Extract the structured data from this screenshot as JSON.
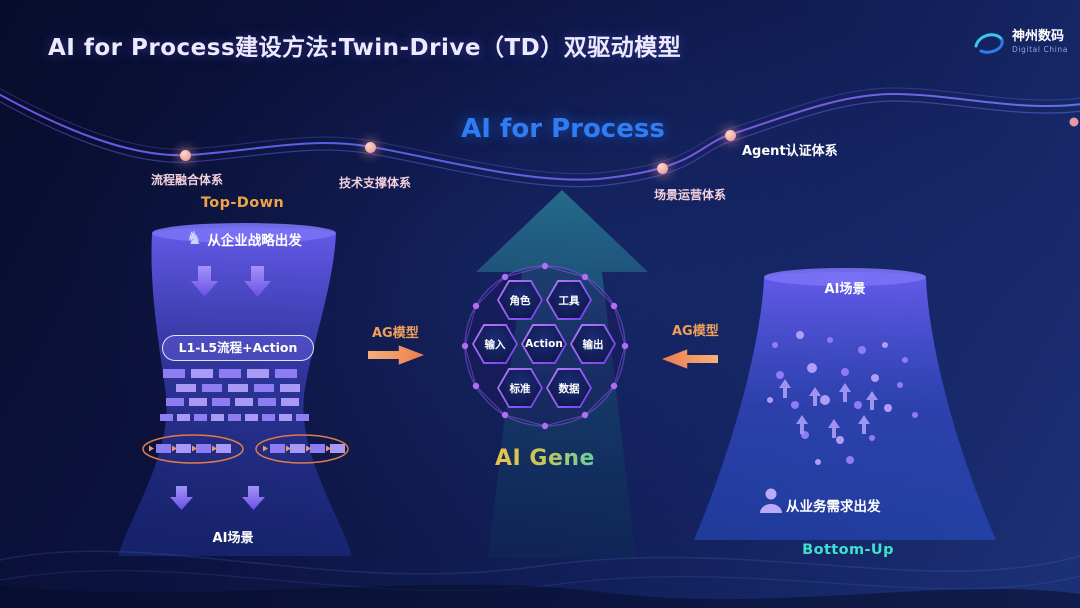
{
  "header": {
    "title": "AI for Process建设方法:Twin-Drive（TD）双驱动模型",
    "logo_name": "神州数码",
    "logo_sub": "Digital China"
  },
  "curve": {
    "center_label": "AI for Process",
    "milestones": [
      {
        "label": "流程融合体系"
      },
      {
        "label": "技术支撑体系"
      },
      {
        "label": "场景运营体系"
      },
      {
        "label": "Agent认证体系"
      }
    ]
  },
  "left_funnel": {
    "direction_label": "Top-Down",
    "knight_icon": "♞",
    "strategy_label": "从企业战略出发",
    "pill_label": "L1-L5流程+Action",
    "bottom_label": "AI场景"
  },
  "center": {
    "gene_label": "AI Gene",
    "hexagons": [
      "角色",
      "工具",
      "输入",
      "Action",
      "输出",
      "标准",
      "数据"
    ]
  },
  "ag_links": {
    "left_label": "AG模型",
    "right_label": "AG模型"
  },
  "right_funnel": {
    "top_label": "AI场景",
    "need_label": "从业务需求出发",
    "direction_label": "Bottom-Up"
  },
  "colors": {
    "background_deep": "#0a0f33",
    "accent_blue": "#2f7df5",
    "accent_orange": "#f0a544",
    "accent_salmon": "#ec7d4e",
    "accent_teal": "#3fe0cf",
    "node_purple": "#8a5cf0"
  }
}
